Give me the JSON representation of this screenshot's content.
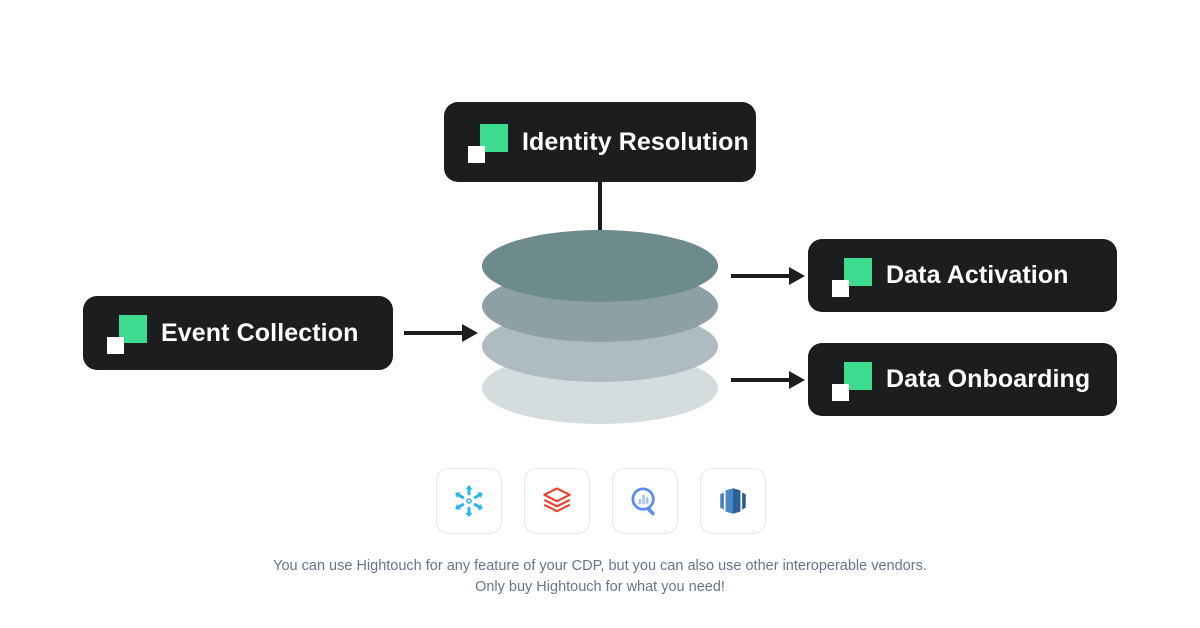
{
  "diagram": {
    "title": "Composable CDP architecture",
    "background_color": "#ffffff",
    "accent_green": "#3ddc91",
    "node_color": "#1b1d1e",
    "caption_color": "#67758c"
  },
  "nodes": [
    {
      "id": "identity-resolution",
      "label": "Identity Resolution",
      "logo": "hightouch-logo-icon"
    },
    {
      "id": "event-collection",
      "label": "Event Collection",
      "logo": "hightouch-logo-icon"
    },
    {
      "id": "data-activation",
      "label": "Data Activation",
      "logo": "hightouch-logo-icon"
    },
    {
      "id": "data-onboarding",
      "label": "Data Onboarding",
      "logo": "hightouch-logo-icon"
    }
  ],
  "warehouse": {
    "name": "data-warehouse-cylinder",
    "layer_colors": [
      "#6d8b8c",
      "#8ca0a5",
      "#aebcc2",
      "#d5dcdd"
    ],
    "layers": 4
  },
  "connectors": [
    {
      "id": "identity-to-warehouse",
      "type": "line",
      "from": "identity-resolution",
      "to": "data-warehouse"
    },
    {
      "id": "event-to-warehouse",
      "type": "arrow",
      "from": "event-collection",
      "to": "data-warehouse"
    },
    {
      "id": "warehouse-to-activation",
      "type": "arrow",
      "from": "data-warehouse",
      "to": "data-activation"
    },
    {
      "id": "warehouse-to-onboarding",
      "type": "arrow",
      "from": "data-warehouse",
      "to": "data-onboarding"
    }
  ],
  "vendors": [
    {
      "id": "snowflake",
      "icon": "snowflake-icon",
      "color": "#29b5e8"
    },
    {
      "id": "databricks",
      "icon": "databricks-icon",
      "color": "#ee3d2c"
    },
    {
      "id": "bigquery",
      "icon": "bigquery-icon",
      "color": "#5b8def"
    },
    {
      "id": "redshift",
      "icon": "redshift-icon",
      "color": "#3a6ea5"
    }
  ],
  "caption": {
    "line1": "You can use Hightouch for any feature of your CDP, but you can also use other interoperable vendors.",
    "line2": "Only buy Hightouch for what you need!"
  }
}
